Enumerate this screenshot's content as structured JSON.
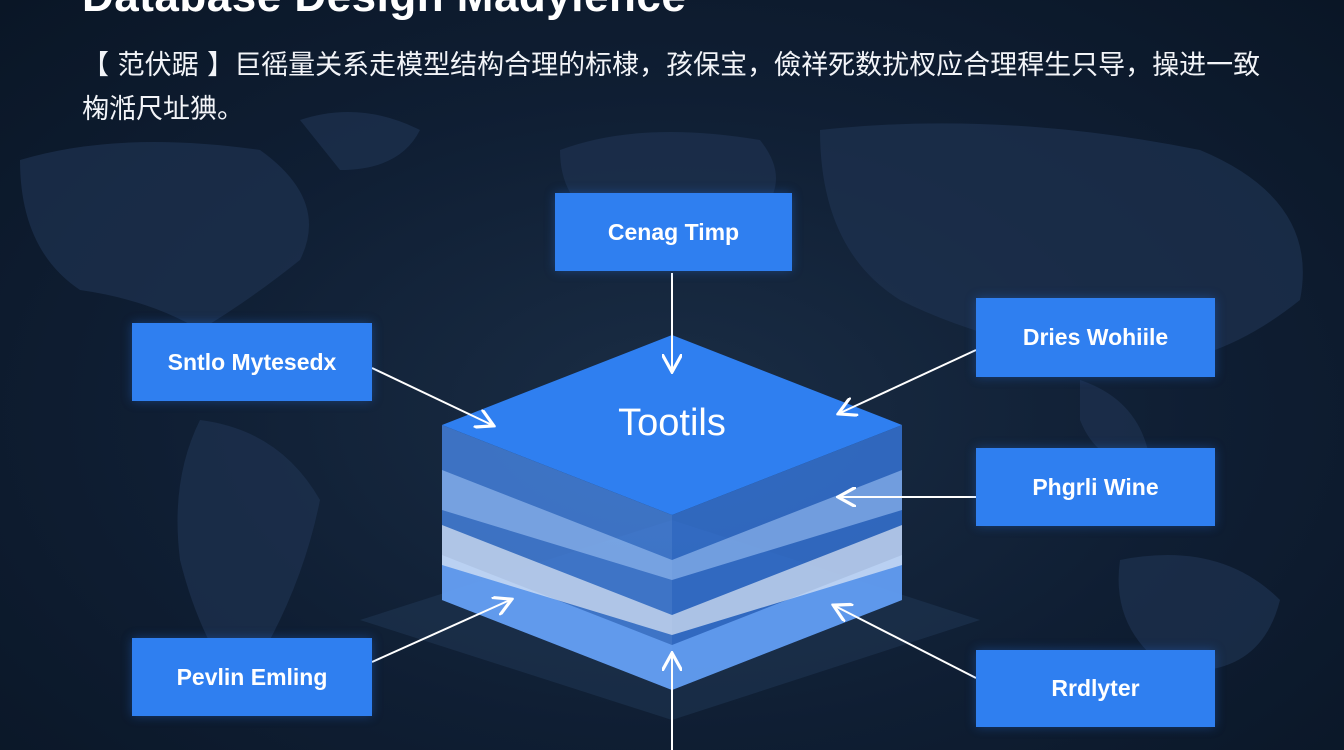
{
  "title": "Database Design Madylence",
  "description": "【 范伏踞 】巨徭量关系走模型结构合理的标棣，孩保宝，儉祥死数扰杈应合理稈生只导，操进一致椈湉尺址猠。",
  "center_label": "Tootils",
  "boxes": {
    "top": "Cenag Timp",
    "left_upper": "Sntlo Mytesedx",
    "right_upper": "Dries Wohiile",
    "right_middle": "Phgrli Wine",
    "left_lower": "Pevlin Emling",
    "right_lower": "Rrdlyter"
  },
  "colors": {
    "accent": "#2f7ff0",
    "background": "#0d1a2c"
  }
}
